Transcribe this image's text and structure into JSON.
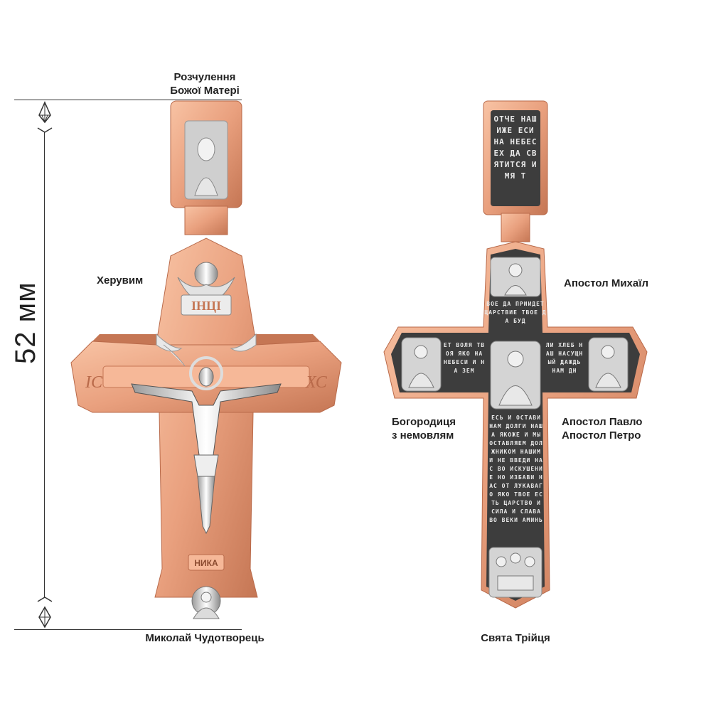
{
  "dimension": {
    "value_mm": 52,
    "label": "52 мм"
  },
  "front": {
    "labels": {
      "top": [
        "Розчулення",
        "Божої Матері"
      ],
      "cherub": "Херувим",
      "bottom": "Миколай Чудотворець"
    },
    "engravings": {
      "title": "ІНЦІ",
      "left": "ІС",
      "right": "ХС",
      "bottom": "НИКА"
    }
  },
  "back": {
    "labels": {
      "top_right": "Апостол Михаїл",
      "middle_right": [
        "Апостол Павло",
        "Апостол Петро"
      ],
      "left": [
        "Богородиця",
        "з немовлям"
      ],
      "bottom": "Свята Трійця"
    },
    "prayer": {
      "bail": "ОТЧЕ НАШ ИЖЕ ЕСИ НА НЕБЕСЕХ ДА СВЯТИТСЯ ИМЯ Т",
      "upper": "ВОЕ ДА ПРИИДЕТ ЦАРСТВИЕ ТВОЕ ДА БУД",
      "left_arm": "ЕТ ВОЛЯ ТВОЯ ЯКО НА НЕБЕСИ И НА ЗЕМ",
      "right_arm": "ЛИ ХЛЕБ НАШ НАСУЩНЫЙ ДАЖДЬ НАМ ДН",
      "lower": "ЕСЬ И ОСТАВИ НАМ ДОЛГИ НАША ЯКОЖЕ И МЫ ОСТАВЛЯЕМ ДОЛЖНИКОМ НАШИМ И НЕ ВВЕДИ НАС ВО ИСКУШЕНИЕ НО ИЗБАВИ НАС ОТ ЛУКАВАГО ЯКО ТВОЕ ЕСТЬ ЦАРСТВО И СИЛА И СЛАВА ВО ВЕКИ АМИНЬ"
    }
  },
  "colors": {
    "rose_gold": "#e9a07e",
    "rose_gold_dark": "#b96a4a",
    "silver": "#d9d9d9",
    "oxidized": "#3d3d3d"
  }
}
